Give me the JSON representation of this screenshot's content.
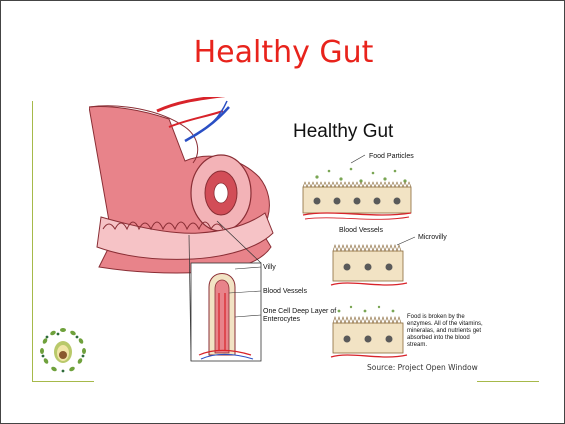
{
  "slide": {
    "title": "Healthy Gut"
  },
  "diagram": {
    "title": "Healthy Gut",
    "labels": {
      "villi": "Villy",
      "blood_vessels_left": "Blood Vessels",
      "enterocytes": "One Cell Deep Layer of Enterocytes",
      "food_particles": "Food Particles",
      "blood_vessels_right": "Blood Vessels",
      "microvilly": "Microvilly",
      "absorption_note": "Food is broken by the enzymes. All of the vitamins, mineralas, and nutrients get absorbed into the blood stream."
    },
    "source": "Source: Project Open Window"
  },
  "colors": {
    "title": "#e8231c",
    "accent": "#a6b94a",
    "intestine": "#e8838a",
    "cell": "#f2e3c4",
    "artery": "#d8232a",
    "vein": "#2a4fc4"
  }
}
